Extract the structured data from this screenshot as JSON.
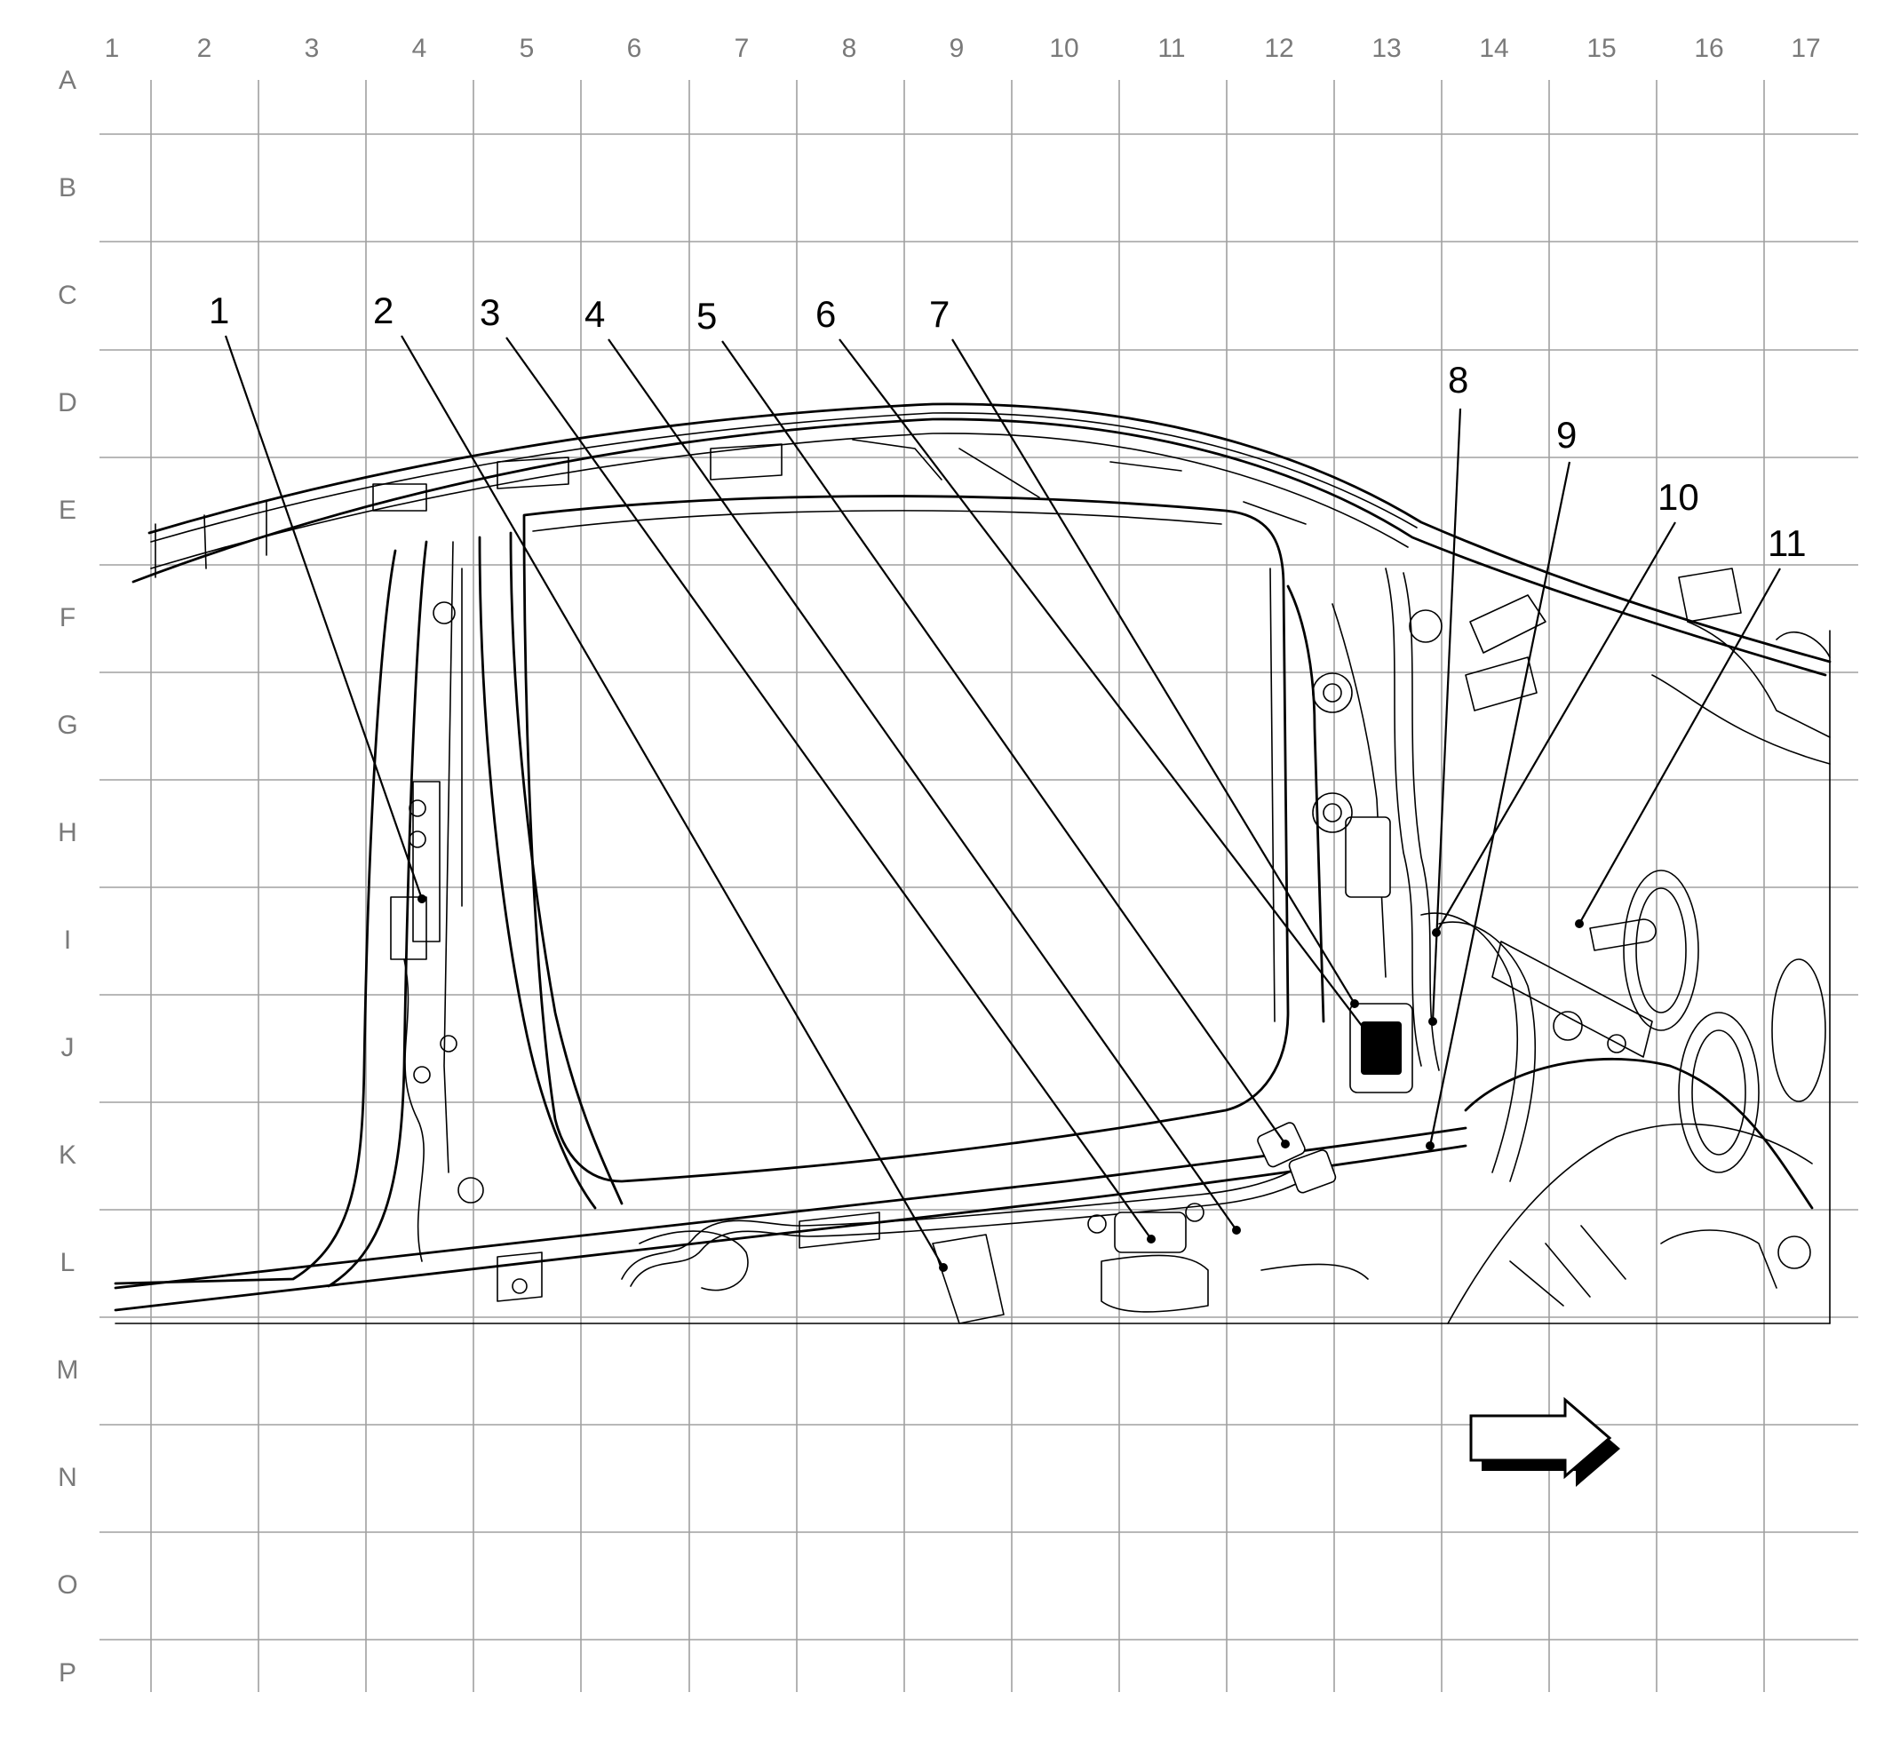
{
  "grid": {
    "columns": [
      "1",
      "2",
      "3",
      "4",
      "5",
      "6",
      "7",
      "8",
      "9",
      "10",
      "11",
      "12",
      "13",
      "14",
      "15",
      "16",
      "17"
    ],
    "rows": [
      "A",
      "B",
      "C",
      "D",
      "E",
      "F",
      "G",
      "H",
      "I",
      "J",
      "K",
      "L",
      "M",
      "N",
      "O",
      "P"
    ]
  },
  "callouts": [
    {
      "label": "1"
    },
    {
      "label": "2"
    },
    {
      "label": "3"
    },
    {
      "label": "4"
    },
    {
      "label": "5"
    },
    {
      "label": "6"
    },
    {
      "label": "7"
    },
    {
      "label": "8"
    },
    {
      "label": "9"
    },
    {
      "label": "10"
    },
    {
      "label": "11"
    }
  ],
  "orientation_arrow": {
    "direction": "right",
    "icon": "arrow-right-icon"
  }
}
